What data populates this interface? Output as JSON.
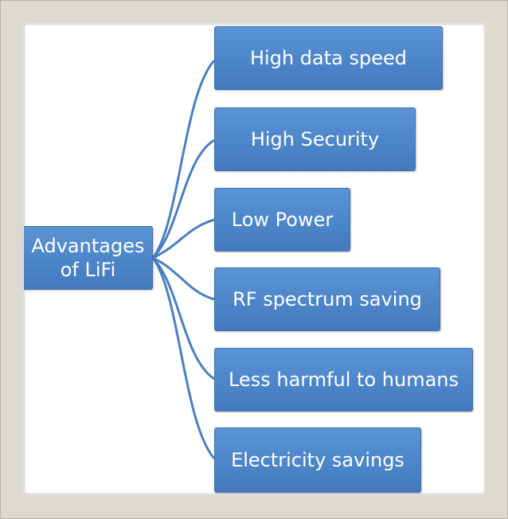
{
  "diagram": {
    "root": {
      "label_line1": "Advantages",
      "label_line2": "of LiFi"
    },
    "children": [
      {
        "label": "High data speed"
      },
      {
        "label": "High Security"
      },
      {
        "label": "Low Power"
      },
      {
        "label": "RF spectrum saving"
      },
      {
        "label": "Less harmful to humans"
      },
      {
        "label": "Electricity savings"
      }
    ]
  },
  "colors": {
    "node_fill": "#4c86c9",
    "node_border": "#3f6fae",
    "connector": "#4a7fc1",
    "frame": "#dcd9cf"
  }
}
